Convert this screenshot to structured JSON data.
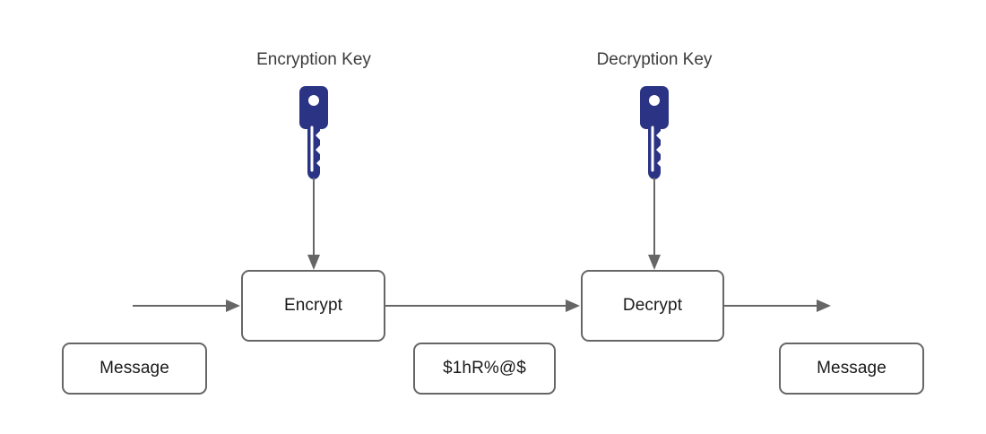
{
  "diagram": {
    "title_visible": false,
    "background_color": "#ffffff",
    "key_color": "#2b3484",
    "stroke_color": "#666666",
    "text_color": "#1a1a1a",
    "label_color": "#3c3c3c",
    "labels": {
      "encryption_key": "Encryption Key",
      "decryption_key": "Decryption Key"
    },
    "icons": {
      "encryption_key_icon": "key-icon",
      "decryption_key_icon": "key-icon"
    },
    "nodes": {
      "input_message": "Message",
      "encrypt": "Encrypt",
      "ciphertext": "$1hR%@$",
      "decrypt": "Decrypt",
      "output_message": "Message"
    },
    "flow_order": [
      "Message",
      "Encrypt",
      "$1hR%@$",
      "Decrypt",
      "Message"
    ]
  }
}
